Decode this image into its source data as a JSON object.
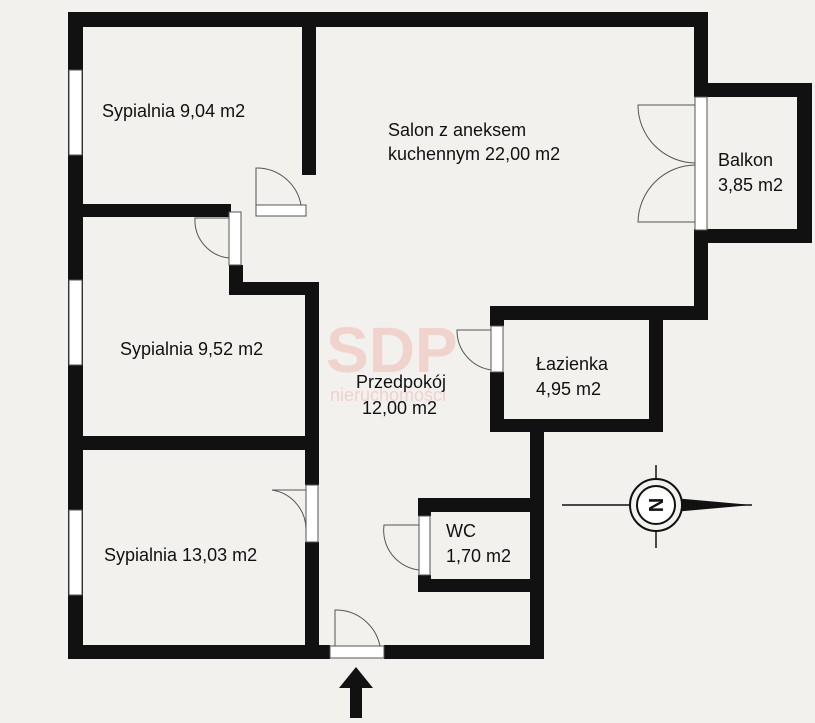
{
  "watermark": {
    "logo": "SDP",
    "tagline": "nieruchomości"
  },
  "rooms": [
    {
      "id": "bedroom-1",
      "lines": [
        "Sypialnia 9,04 m2"
      ]
    },
    {
      "id": "living-room",
      "lines": [
        "Salon z aneksem",
        "kuchennym 22,00 m2"
      ]
    },
    {
      "id": "balcony",
      "lines": [
        "Balkon",
        "3,85 m2"
      ]
    },
    {
      "id": "bedroom-2",
      "lines": [
        "Sypialnia 9,52 m2"
      ]
    },
    {
      "id": "hallway",
      "lines": [
        "Przedpokój",
        "12,00 m2"
      ]
    },
    {
      "id": "bathroom",
      "lines": [
        "Łazienka",
        "4,95 m2"
      ]
    },
    {
      "id": "wc",
      "lines": [
        "WC",
        "1,70 m2"
      ]
    },
    {
      "id": "bedroom-3",
      "lines": [
        "Sypialnia 13,03 m2"
      ]
    }
  ],
  "compass": {
    "letter": "N"
  },
  "icons": {
    "entrance": "arrow-up-icon",
    "compass": "compass-north-icon"
  }
}
